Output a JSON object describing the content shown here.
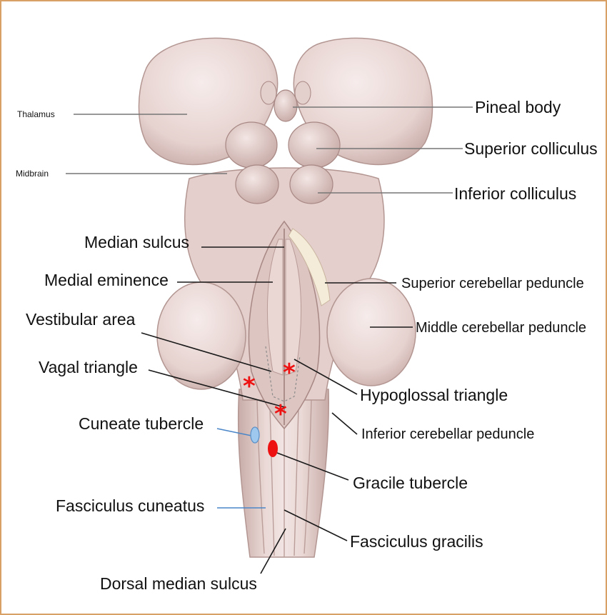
{
  "labels": {
    "thalamus": "Thalamus",
    "midbrain": "Midbrain",
    "pineal_body": "Pineal body",
    "superior_colliculus": "Superior colliculus",
    "inferior_colliculus": "Inferior colliculus",
    "median_sulcus": "Median sulcus",
    "medial_eminence": "Medial eminence",
    "superior_cerebellar_peduncle": "Superior cerebellar peduncle",
    "vestibular_area": "Vestibular area",
    "middle_cerebellar_peduncle": "Middle cerebellar peduncle",
    "vagal_triangle": "Vagal triangle",
    "hypoglossal_triangle": "Hypoglossal triangle",
    "cuneate_tubercle": "Cuneate tubercle",
    "inferior_cerebellar_peduncle": "Inferior cerebellar peduncle",
    "gracile_tubercle": "Gracile tubercle",
    "fasciculus_cuneatus": "Fasciculus cuneatus",
    "fasciculus_gracilis": "Fasciculus gracilis",
    "dorsal_median_sulcus": "Dorsal median sulcus"
  },
  "markers": {
    "asterisk": "*"
  },
  "colors": {
    "frame": "#d9a066",
    "tissue": "#e8d6d3",
    "tissue_shadow": "#b89a96",
    "marker_red": "#ee1111",
    "marker_blue": "#9ec8ee",
    "leader_blue": "#4a86c8"
  }
}
